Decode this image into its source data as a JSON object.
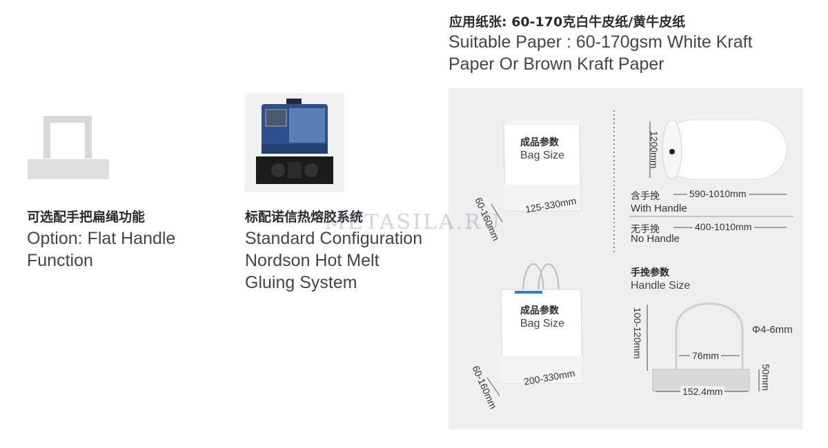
{
  "option": {
    "title_cn": "可选配手把扁绳功能",
    "title_en_line1": "Option: Flat Handle",
    "title_en_line2": "Function"
  },
  "standard": {
    "title_cn": "标配诺信热熔胶系统",
    "title_en_line1": "Standard Configuration",
    "title_en_line2": "Nordson Hot Melt",
    "title_en_line3": "Gluing System"
  },
  "paper": {
    "title_cn": "应用纸张: 60-170克白牛皮纸/黄牛皮纸",
    "title_en_line1": "Suitable Paper : 60-170gsm White Kraft",
    "title_en_line2": "Paper Or Brown Kraft Paper"
  },
  "spec": {
    "bag_size_cn": "成品参数",
    "bag_size_en": "Bag Size",
    "bag1_width": "125-330mm",
    "bag1_gusset": "60-160mm",
    "bag2_width": "200-330mm",
    "bag2_gusset": "60-160mm",
    "roll_height": "1200mm",
    "with_handle_cn": "含手挽",
    "with_handle_range": "590-1010mm",
    "with_handle_en": "With Handle",
    "no_handle_cn": "无手挽",
    "no_handle_range": "400-1010mm",
    "no_handle_en": "No Handle",
    "handle_size_cn": "手挽参数",
    "handle_size_en": "Handle Size",
    "handle_height": "100-120mm",
    "handle_diameter": "Φ4-6mm",
    "handle_spacing": "76mm",
    "patch_height": "50mm",
    "patch_width": "152.4mm"
  },
  "watermark": "METASILA.RU",
  "colors": {
    "panel_bg": "#efefef",
    "machine_blue": "#2f4f8f",
    "line_gray": "#cfcfcf"
  }
}
